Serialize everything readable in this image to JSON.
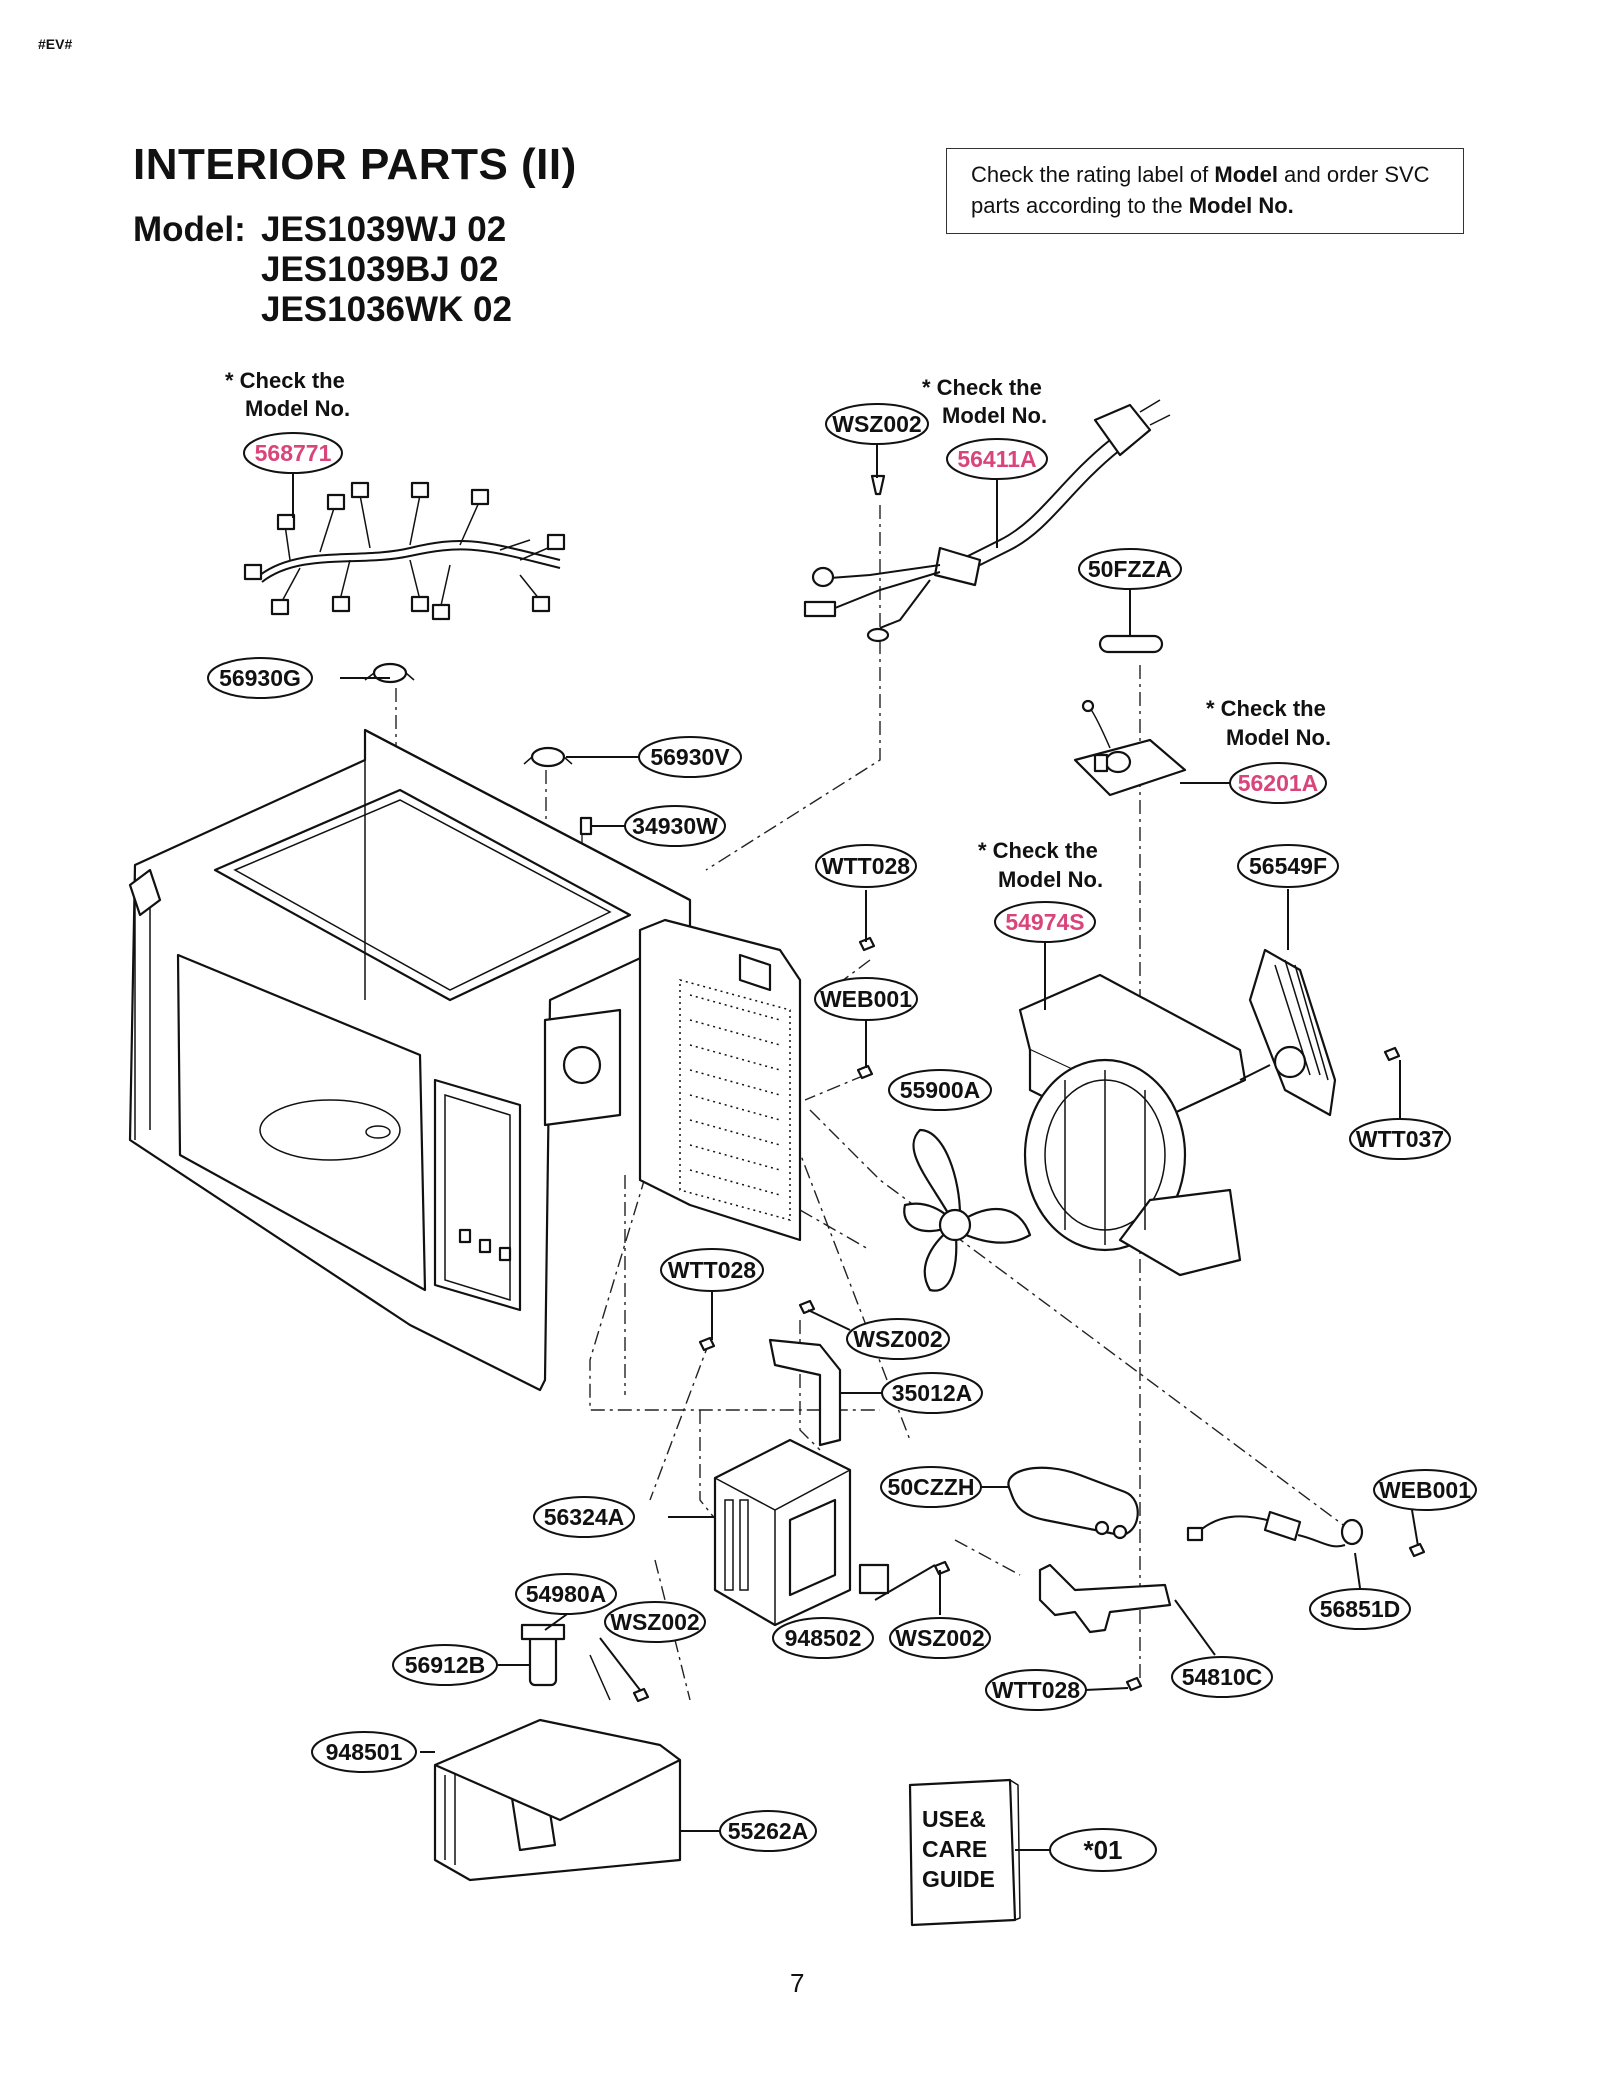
{
  "doc_id": "#EV#",
  "title": "INTERIOR PARTS (II)",
  "model_label": "Model:",
  "models": [
    "JES1039WJ 02",
    "JES1039BJ 02",
    "JES1036WK 02"
  ],
  "notice": {
    "part1": "Check the rating label of ",
    "bold1": "Model",
    "part2": " and order SVC parts according to the ",
    "bold2": "Model No."
  },
  "check_note": {
    "line1": "* Check the",
    "line2": "Model No."
  },
  "labels": {
    "p568771": "568771",
    "wsz002_top": "WSZ002",
    "p56411A": "56411A",
    "p50FZZA": "50FZZA",
    "p56930G": "56930G",
    "p56930V": "56930V",
    "p34930W": "34930W",
    "p56201A": "56201A",
    "wtt028_a": "WTT028",
    "p54974S": "54974S",
    "p56549F": "56549F",
    "web001_a": "WEB001",
    "p55900A": "55900A",
    "wtt037": "WTT037",
    "wtt028_b": "WTT028",
    "wsz002_b": "WSZ002",
    "p35012A": "35012A",
    "p50CZZH": "50CZZH",
    "web001_b": "WEB001",
    "p56324A": "56324A",
    "p54980A": "54980A",
    "wsz002_c": "WSZ002",
    "p56851D": "56851D",
    "p56912B": "56912B",
    "p948502": "948502",
    "wsz002_d": "WSZ002",
    "wtt028_c": "WTT028",
    "p54810C": "54810C",
    "p948501": "948501",
    "p55262A": "55262A",
    "p01": "*01"
  },
  "guide": {
    "line1": "USE&",
    "line2": "CARE",
    "line3": "GUIDE"
  },
  "page_number": "7"
}
